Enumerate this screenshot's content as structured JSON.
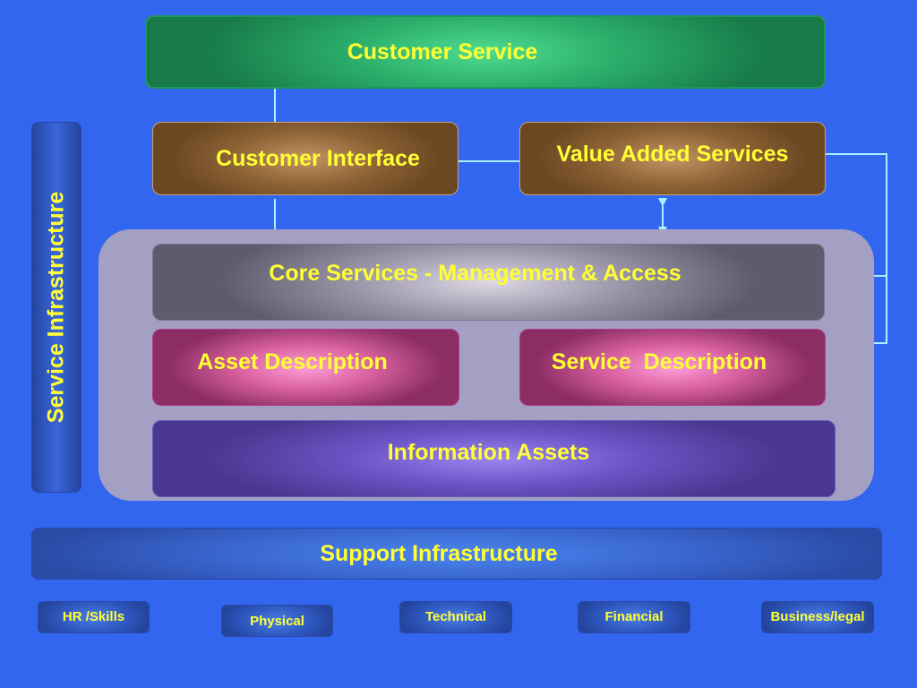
{
  "diagram": {
    "customer_service": "Customer Service",
    "customer_interface": "Customer Interface",
    "value_added_services": "Value Added Services",
    "service_infrastructure": "Service Infrastructure",
    "core_services": "Core Services -  Management & Access",
    "asset_description": "Asset Description",
    "service_description": "Service  Description",
    "information_assets": "Information Assets",
    "support_infrastructure": "Support Infrastructure",
    "support_items": [
      "HR /Skills",
      "Physical",
      "Technical",
      "Financial",
      "Business/legal"
    ]
  },
  "colors": {
    "background": "#3366ee",
    "label_text": "#ffff33",
    "connector": "#aaeeff"
  }
}
